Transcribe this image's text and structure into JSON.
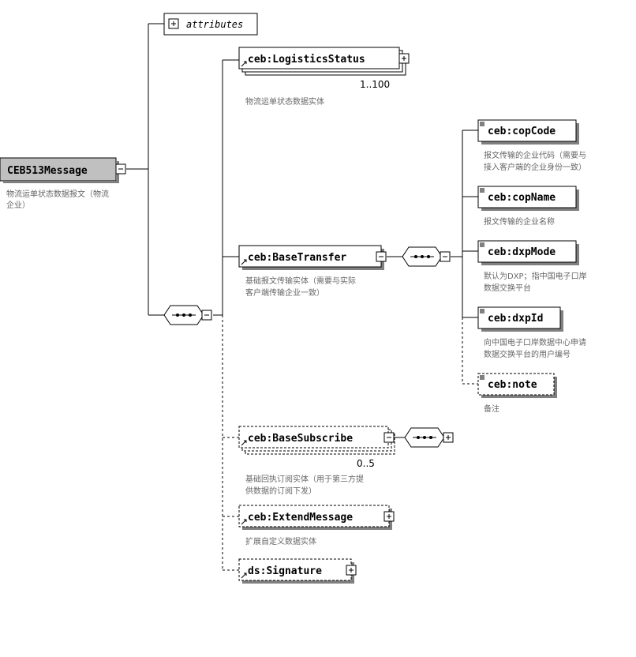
{
  "root": {
    "label": "CEB513Message",
    "annotation": [
      "物流运单状态数据报文（物流",
      "企业）"
    ]
  },
  "attributes_label": "attributes",
  "logistics": {
    "label": "ceb:LogisticsStatus",
    "occurs": "1..100",
    "annotation": [
      "物流运单状态数据实体"
    ]
  },
  "base_transfer": {
    "label": "ceb:BaseTransfer",
    "annotation": [
      "基础报文传输实体（需要与实际",
      "客户端传输企业一致）"
    ]
  },
  "cop_code": {
    "label": "ceb:copCode",
    "annotation": [
      "报文传输的企业代码（需要与",
      "接入客户端的企业身份一致）"
    ]
  },
  "cop_name": {
    "label": "ceb:copName",
    "annotation": [
      "报文传输的企业名称"
    ]
  },
  "dxp_mode": {
    "label": "ceb:dxpMode",
    "annotation": [
      "默认为DXP；指中国电子口岸",
      "数据交换平台"
    ]
  },
  "dxp_id": {
    "label": "ceb:dxpId",
    "annotation": [
      "向中国电子口岸数据中心申请",
      "数据交换平台的用户编号"
    ]
  },
  "note": {
    "label": "ceb:note",
    "annotation": [
      "备注"
    ]
  },
  "base_subscribe": {
    "label": "ceb:BaseSubscribe",
    "occurs": "0..5",
    "annotation": [
      "基础回执订阅实体（用于第三方提",
      "供数据的订阅下发）"
    ]
  },
  "extend_message": {
    "label": "ceb:ExtendMessage",
    "annotation": [
      "扩展自定义数据实体"
    ]
  },
  "signature": {
    "label": "ds:Signature"
  },
  "symbols": {
    "expand": "+",
    "collapse": "−"
  },
  "colors": {
    "root_fill": "#c0c0c0",
    "annotation_text": "#666666",
    "shadow": "#808080"
  }
}
